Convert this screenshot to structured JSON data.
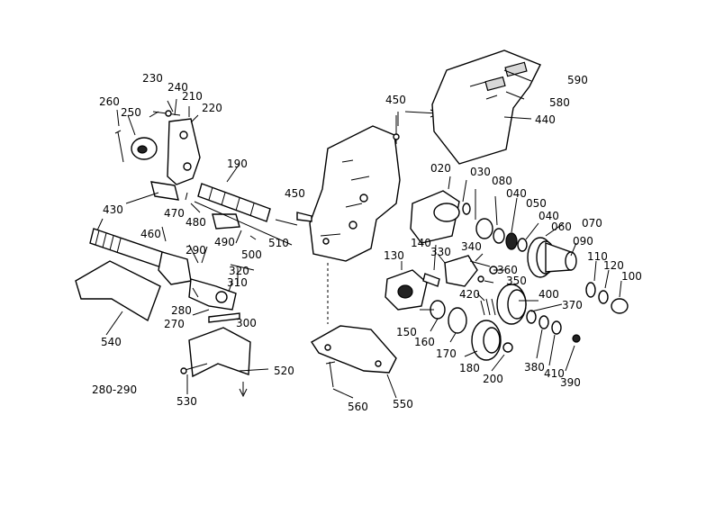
{
  "labels": [
    "230",
    "240",
    "210",
    "220",
    "260",
    "250",
    "190",
    "470",
    "480",
    "460",
    "430",
    "490",
    "510",
    "500",
    "290",
    "320",
    "310",
    "280",
    "270",
    "300",
    "540",
    "520",
    "530",
    "280-290",
    "450",
    "450",
    "020",
    "030",
    "080",
    "040",
    "050",
    "040",
    "060",
    "070",
    "590",
    "580",
    "440",
    "130",
    "140",
    "330",
    "340",
    "360",
    "350",
    "090",
    "110",
    "120",
    "100",
    "420",
    "400",
    "370",
    "150",
    "160",
    "170",
    "180",
    "200",
    "380",
    "410",
    "390",
    "560",
    "550"
  ]
}
